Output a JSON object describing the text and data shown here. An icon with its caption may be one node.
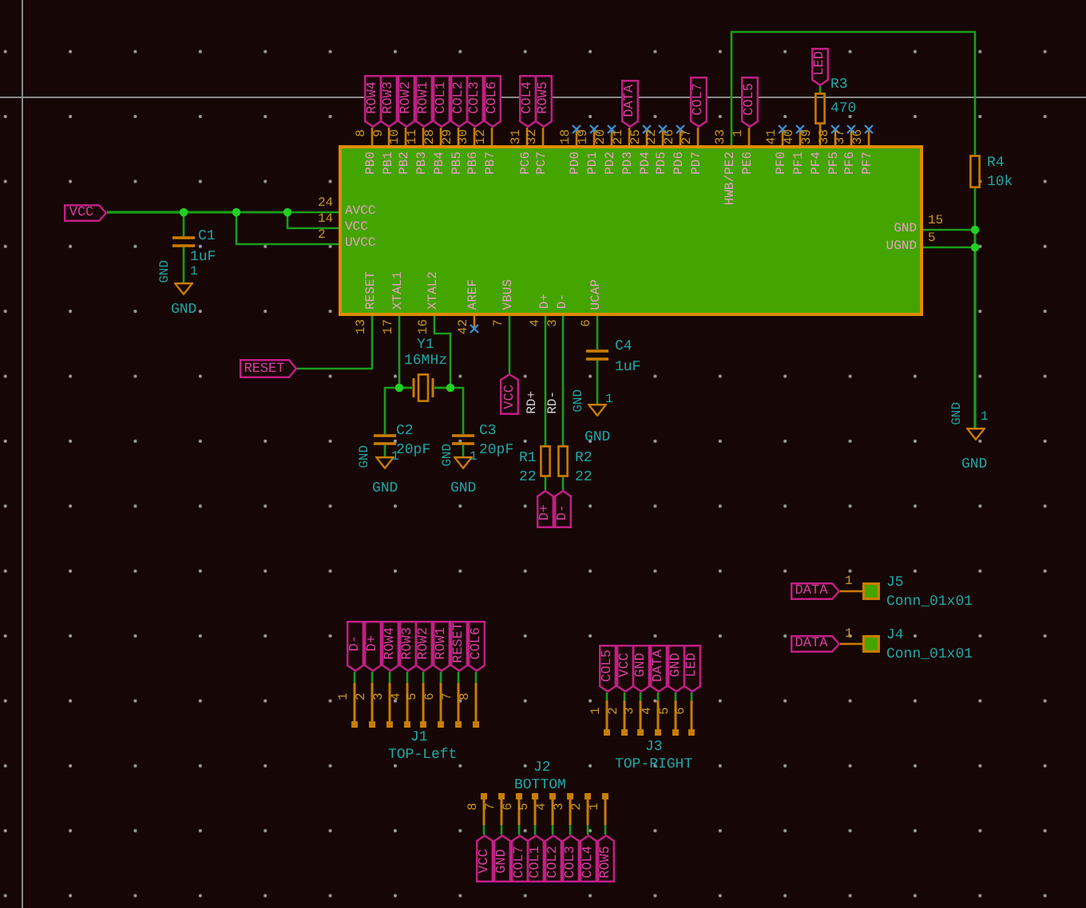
{
  "diagram": {
    "nodes": [
      {
        "text": [
          "PB0",
          "PB1",
          "PB2",
          "PB3",
          "PB4",
          "PB5",
          "PB6",
          "PB7",
          "PC6",
          "PC7",
          "PD0",
          "PD1",
          "PD2",
          "PD3",
          "PD4",
          "PD5",
          "PD6",
          "PD7",
          "HWB/PE2",
          "PE6",
          "PF0",
          "PF1",
          "PF4",
          "PF5",
          "PF6",
          "PF7",
          "AVCC",
          "VCC",
          "UVCC",
          "GND",
          "UGND",
          "RESET",
          "XTAL1",
          "XTAL2",
          "AREF",
          "VBUS",
          "D+",
          "D-",
          "UCAP"
        ]
      },
      {
        "text": [
          "ROW4"
        ]
      },
      {
        "text": [
          "ROW3"
        ]
      },
      {
        "text": [
          "ROW2"
        ]
      },
      {
        "text": [
          "ROW1"
        ]
      },
      {
        "text": [
          "COL1"
        ]
      },
      {
        "text": [
          "COL2"
        ]
      },
      {
        "text": [
          "COL3"
        ]
      },
      {
        "text": [
          "COL6"
        ]
      },
      {
        "text": [
          "COL4"
        ]
      },
      {
        "text": [
          "ROW5"
        ]
      },
      {
        "text": [
          "DATA"
        ]
      },
      {
        "text": [
          "COL7"
        ]
      },
      {
        "text": [
          "COL5"
        ]
      },
      {
        "text": [
          "LED"
        ]
      },
      {
        "text": [
          "R3",
          "470"
        ]
      },
      {
        "text": [
          "R4",
          "10k"
        ]
      },
      {
        "text": [
          "GND"
        ],
        "beside": [
          "GND",
          "1"
        ]
      },
      {
        "text": [
          "VCC"
        ]
      },
      {
        "text": [
          "C1",
          "1uF"
        ]
      },
      {
        "text": [
          "GND"
        ],
        "beside": [
          "GND",
          "1"
        ]
      },
      {
        "text": [
          "RESET"
        ]
      },
      {
        "text": [
          "Y1",
          "16MHz"
        ]
      },
      {
        "text": [
          "C2",
          "20pF"
        ]
      },
      {
        "text": [
          "GND"
        ],
        "beside": [
          "GND",
          "1"
        ]
      },
      {
        "text": [
          "C3",
          "20pF"
        ]
      },
      {
        "text": [
          "GND"
        ],
        "beside": [
          "GND",
          "1"
        ]
      },
      {
        "text": [
          "VCC"
        ]
      },
      {
        "text": [
          "R1",
          "22"
        ]
      },
      {
        "text": [
          "R2",
          "22"
        ]
      },
      {
        "text": [
          "D+"
        ]
      },
      {
        "text": [
          "D-"
        ]
      },
      {
        "text": [
          "C4",
          "1uF"
        ]
      },
      {
        "text": [
          "GND"
        ],
        "beside": [
          "GND",
          "1"
        ]
      },
      {
        "text": [
          "DATA"
        ]
      },
      {
        "text": [
          "J5",
          "Conn_01x01"
        ]
      },
      {
        "text": [
          "DATA"
        ]
      },
      {
        "text": [
          "J4",
          "Conn_01x01"
        ]
      },
      {
        "text": [
          "J1",
          "TOP-Left"
        ]
      },
      {
        "text": [
          "D-"
        ]
      },
      {
        "text": [
          "D+"
        ]
      },
      {
        "text": [
          "ROW4"
        ]
      },
      {
        "text": [
          "ROW3"
        ]
      },
      {
        "text": [
          "ROW2"
        ]
      },
      {
        "text": [
          "ROW1"
        ]
      },
      {
        "text": [
          "RESET"
        ]
      },
      {
        "text": [
          "COL6"
        ]
      },
      {
        "text": [
          "J3",
          "TOP-RIGHT"
        ]
      },
      {
        "text": [
          "COL5"
        ]
      },
      {
        "text": [
          "VCC"
        ]
      },
      {
        "text": [
          "GND"
        ]
      },
      {
        "text": [
          "DATA"
        ]
      },
      {
        "text": [
          "GND"
        ]
      },
      {
        "text": [
          "LED"
        ]
      },
      {
        "text": [
          "J2",
          "BOTTOM"
        ]
      },
      {
        "text": [
          "VCC"
        ]
      },
      {
        "text": [
          "GND"
        ]
      },
      {
        "text": [
          "COL7"
        ]
      },
      {
        "text": [
          "COL1"
        ]
      },
      {
        "text": [
          "COL2"
        ]
      },
      {
        "text": [
          "COL3"
        ]
      },
      {
        "text": [
          "COL4"
        ]
      },
      {
        "text": [
          "ROW5"
        ]
      }
    ],
    "edges": [
      {
        "from": 1,
        "to": 0,
        "arrow": "none",
        "color": "#c87d00"
      },
      {
        "from": 2,
        "to": 0,
        "arrow": "none",
        "color": "#c87d00"
      },
      {
        "from": 3,
        "to": 0,
        "arrow": "none",
        "color": "#c87d00"
      },
      {
        "from": 4,
        "to": 0,
        "arrow": "none",
        "color": "#c87d00"
      },
      {
        "from": 5,
        "to": 0,
        "arrow": "none",
        "color": "#c87d00"
      },
      {
        "from": 6,
        "to": 0,
        "arrow": "none",
        "color": "#c87d00"
      },
      {
        "from": 7,
        "to": 0,
        "arrow": "none",
        "color": "#c87d00"
      },
      {
        "from": 8,
        "to": 0,
        "arrow": "none",
        "color": "#c87d00"
      },
      {
        "from": 9,
        "to": 0,
        "arrow": "none",
        "color": "#c87d00"
      },
      {
        "from": 10,
        "to": 0,
        "arrow": "none",
        "color": "#c87d00"
      },
      {
        "from": 11,
        "to": 0,
        "arrow": "none",
        "color": "#c87d00"
      },
      {
        "from": 12,
        "to": 0,
        "arrow": "none",
        "color": "#c87d00"
      },
      {
        "from": 13,
        "to": 0,
        "arrow": "none",
        "color": "#c87d00"
      },
      {
        "from": 14,
        "to": 15,
        "arrow": "none"
      },
      {
        "from": 15,
        "to": 0,
        "arrow": "none",
        "color": "#c87d00"
      },
      {
        "from": 0,
        "to": 16,
        "arrow": "none"
      },
      {
        "from": 16,
        "to": 17,
        "arrow": "none"
      },
      {
        "from": 0,
        "to": 17,
        "arrow": "none"
      },
      {
        "from": 0,
        "to": 17,
        "arrow": "none"
      },
      {
        "from": 18,
        "to": 0,
        "arrow": "none"
      },
      {
        "from": 18,
        "to": 0,
        "arrow": "none"
      },
      {
        "from": 18,
        "to": 0,
        "arrow": "none"
      },
      {
        "from": 18,
        "to": 19,
        "arrow": "none"
      },
      {
        "from": 19,
        "to": 20,
        "arrow": "none"
      },
      {
        "from": 21,
        "to": 0,
        "arrow": "none"
      },
      {
        "from": 0,
        "to": 22,
        "arrow": "none"
      },
      {
        "from": 0,
        "to": 22,
        "arrow": "none"
      },
      {
        "from": 22,
        "to": 23,
        "arrow": "none"
      },
      {
        "from": 22,
        "to": 25,
        "arrow": "none"
      },
      {
        "from": 23,
        "to": 24,
        "arrow": "none"
      },
      {
        "from": 25,
        "to": 26,
        "arrow": "none"
      },
      {
        "from": 0,
        "to": 27,
        "arrow": "none"
      },
      {
        "from": 0,
        "to": 28,
        "arrow": "none"
      },
      {
        "from": 28,
        "to": 30,
        "arrow": "none"
      },
      {
        "from": 0,
        "to": 29,
        "arrow": "none"
      },
      {
        "from": 29,
        "to": 31,
        "arrow": "none"
      },
      {
        "from": 0,
        "to": 32,
        "arrow": "none"
      },
      {
        "from": 32,
        "to": 33,
        "arrow": "none"
      },
      {
        "from": 34,
        "to": 35,
        "arrow": "none",
        "color": "#c87d00"
      },
      {
        "from": 36,
        "to": 37,
        "arrow": "none",
        "color": "#c87d00"
      },
      {
        "from": 39,
        "to": 38,
        "arrow": "none"
      },
      {
        "from": 40,
        "to": 38,
        "arrow": "none"
      },
      {
        "from": 41,
        "to": 38,
        "arrow": "none"
      },
      {
        "from": 42,
        "to": 38,
        "arrow": "none"
      },
      {
        "from": 43,
        "to": 38,
        "arrow": "none"
      },
      {
        "from": 44,
        "to": 38,
        "arrow": "none"
      },
      {
        "from": 45,
        "to": 38,
        "arrow": "none"
      },
      {
        "from": 46,
        "to": 38,
        "arrow": "none"
      },
      {
        "from": 48,
        "to": 47,
        "arrow": "none"
      },
      {
        "from": 49,
        "to": 47,
        "arrow": "none"
      },
      {
        "from": 50,
        "to": 47,
        "arrow": "none"
      },
      {
        "from": 51,
        "to": 47,
        "arrow": "none"
      },
      {
        "from": 52,
        "to": 47,
        "arrow": "none"
      },
      {
        "from": 53,
        "to": 47,
        "arrow": "none"
      },
      {
        "from": 55,
        "to": 54,
        "arrow": "none"
      },
      {
        "from": 56,
        "to": 54,
        "arrow": "none"
      },
      {
        "from": 57,
        "to": 54,
        "arrow": "none"
      },
      {
        "from": 58,
        "to": 54,
        "arrow": "none"
      },
      {
        "from": 59,
        "to": 54,
        "arrow": "none"
      },
      {
        "from": 60,
        "to": 54,
        "arrow": "none"
      },
      {
        "from": 61,
        "to": 54,
        "arrow": "none"
      },
      {
        "from": 62,
        "to": 54,
        "arrow": "none"
      }
    ],
    "labels": [
      "8",
      "9",
      "10",
      "11",
      "28",
      "29",
      "30",
      "12",
      "31",
      "32",
      "18",
      "19",
      "20",
      "21",
      "25",
      "22",
      "26",
      "27",
      "33",
      "1",
      "41",
      "40",
      "39",
      "38",
      "37",
      "36",
      "24",
      "14",
      "2",
      "15",
      "5",
      "13",
      "17",
      "16",
      "42",
      "7",
      "4",
      "3",
      "6",
      "RD+",
      "RD-",
      "1",
      "1",
      "1",
      "2",
      "3",
      "4",
      "5",
      "6",
      "7",
      "8",
      "1",
      "2",
      "3",
      "4",
      "5",
      "6",
      "8",
      "7",
      "6",
      "5",
      "4",
      "3",
      "2",
      "1"
    ]
  }
}
